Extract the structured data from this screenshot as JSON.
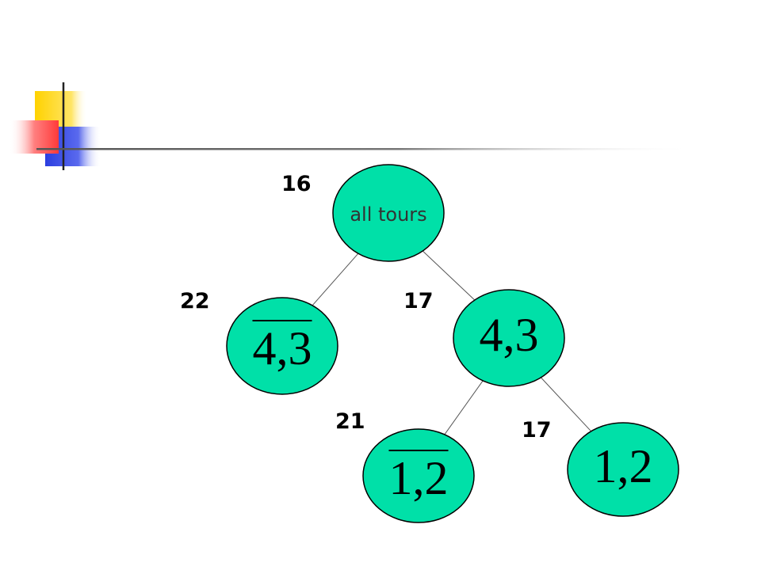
{
  "tree": {
    "nodes": [
      {
        "id": "root",
        "label": "all tours",
        "negated": false,
        "bound": "16",
        "fill": "#00e0a8"
      },
      {
        "id": "left",
        "label": "4,3",
        "negated": true,
        "bound": "22",
        "fill": "#00e0a8"
      },
      {
        "id": "right",
        "label": "4,3",
        "negated": false,
        "bound": "17",
        "fill": "#00e0a8"
      },
      {
        "id": "right-left",
        "label": "1,2",
        "negated": true,
        "bound": "21",
        "fill": "#00e0a8"
      },
      {
        "id": "right-right",
        "label": "1,2",
        "negated": false,
        "bound": "17",
        "fill": "#00e0a8"
      }
    ],
    "edges": [
      [
        "root",
        "left"
      ],
      [
        "root",
        "right"
      ],
      [
        "right",
        "right-left"
      ],
      [
        "right",
        "right-right"
      ]
    ]
  },
  "colors": {
    "node_fill": "#00e0a8",
    "node_stroke": "#000000",
    "edge": "#555555",
    "header_line": "#555555",
    "deco_yellow": "#ffd200",
    "deco_red": "#ff3a3a",
    "deco_blue": "#2b3ee0"
  }
}
